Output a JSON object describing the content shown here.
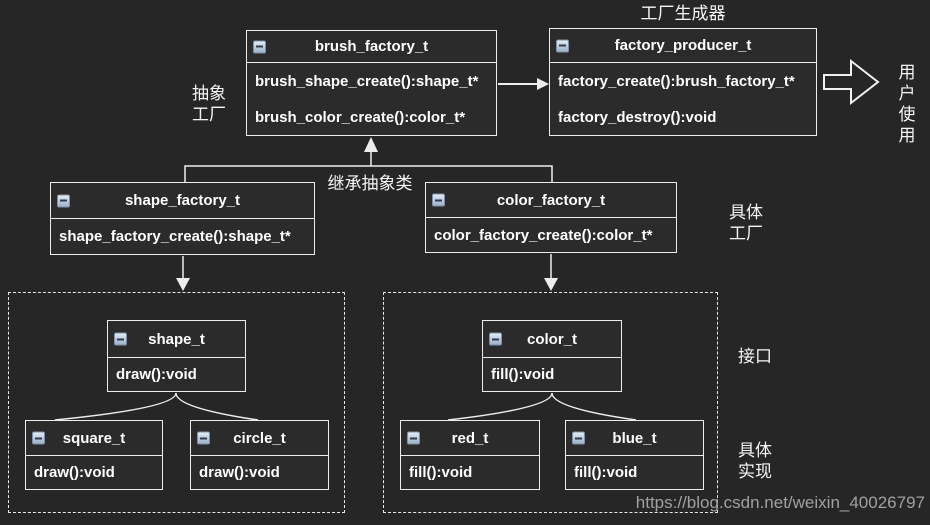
{
  "diagram": {
    "caption_top": "工厂生成器",
    "labels": {
      "abstract_factory": "抽象\n工厂",
      "inherit_abstract": "继承抽象类",
      "concrete_factory": "具体\n工厂",
      "interface": "接口",
      "concrete_impl": "具体\n实现",
      "user_use": "用户\n使用"
    },
    "classes": {
      "brush_factory": {
        "title": "brush_factory_t",
        "methods": [
          "brush_shape_create():shape_t*",
          "brush_color_create():color_t*"
        ]
      },
      "factory_producer": {
        "title": "factory_producer_t",
        "methods": [
          "factory_create():brush_factory_t*",
          "factory_destroy():void"
        ]
      },
      "shape_factory": {
        "title": "shape_factory_t",
        "methods": [
          "shape_factory_create():shape_t*"
        ]
      },
      "color_factory": {
        "title": "color_factory_t",
        "methods": [
          "color_factory_create():color_t*"
        ]
      },
      "shape": {
        "title": "shape_t",
        "methods": [
          "draw():void"
        ]
      },
      "square": {
        "title": "square_t",
        "methods": [
          "draw():void"
        ]
      },
      "circle": {
        "title": "circle_t",
        "methods": [
          "draw():void"
        ]
      },
      "color": {
        "title": "color_t",
        "methods": [
          "fill():void"
        ]
      },
      "red": {
        "title": "red_t",
        "methods": [
          "fill():void"
        ]
      },
      "blue": {
        "title": "blue_t",
        "methods": [
          "fill():void"
        ]
      }
    },
    "watermark": "https://blog.csdn.net/weixin_40026797",
    "colors": {
      "background": "#262626",
      "box_border": "#ededed",
      "box_fill": "#2b2b2c",
      "text": "#ffffff",
      "icon_fill": "#b9c9db",
      "watermark": "#a0a0a0"
    }
  }
}
